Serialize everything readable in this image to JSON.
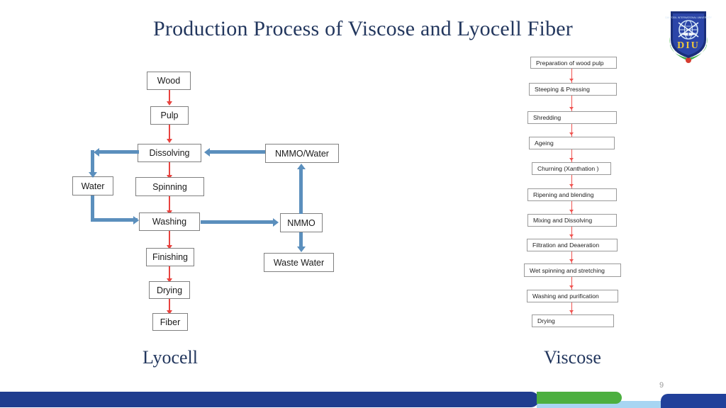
{
  "slide": {
    "title": "Production Process of Viscose and Lyocell Fiber",
    "page_number": "9",
    "logo_alt": "DIU",
    "logo_text": "D I U",
    "logo_subtitle": "Daffodil International University"
  },
  "colors": {
    "title_navy": "#23375e",
    "red_arrow": "#e8433f",
    "blue_arrow": "#5b8fbd",
    "box_border": "#7f7f7f",
    "bar_navy": "#1f3d8f",
    "bar_green": "#4caf3f",
    "bar_light_blue": "#a7d5f2"
  },
  "lyocell": {
    "caption": "Lyocell",
    "boxes": {
      "wood": "Wood",
      "pulp": "Pulp",
      "dissolving": "Dissolving",
      "spinning": "Spinning",
      "washing": "Washing",
      "finishing": "Finishing",
      "drying": "Drying",
      "fiber": "Fiber",
      "water": "Water",
      "nmmo_water": "NMMO/Water",
      "nmmo": "NMMO",
      "waste_water": "Waste Water"
    }
  },
  "viscose": {
    "caption": "Viscose",
    "steps": [
      "Preparation of wood pulp",
      "Steeping & Pressing",
      "Shredding",
      "Ageing",
      "Churning (Xanthation )",
      "Ripening and blending",
      "Mixing and Dissolving",
      "Filtration and Deaeration",
      "Wet spinning and stretching",
      "Washing and purification",
      "Drying"
    ]
  }
}
